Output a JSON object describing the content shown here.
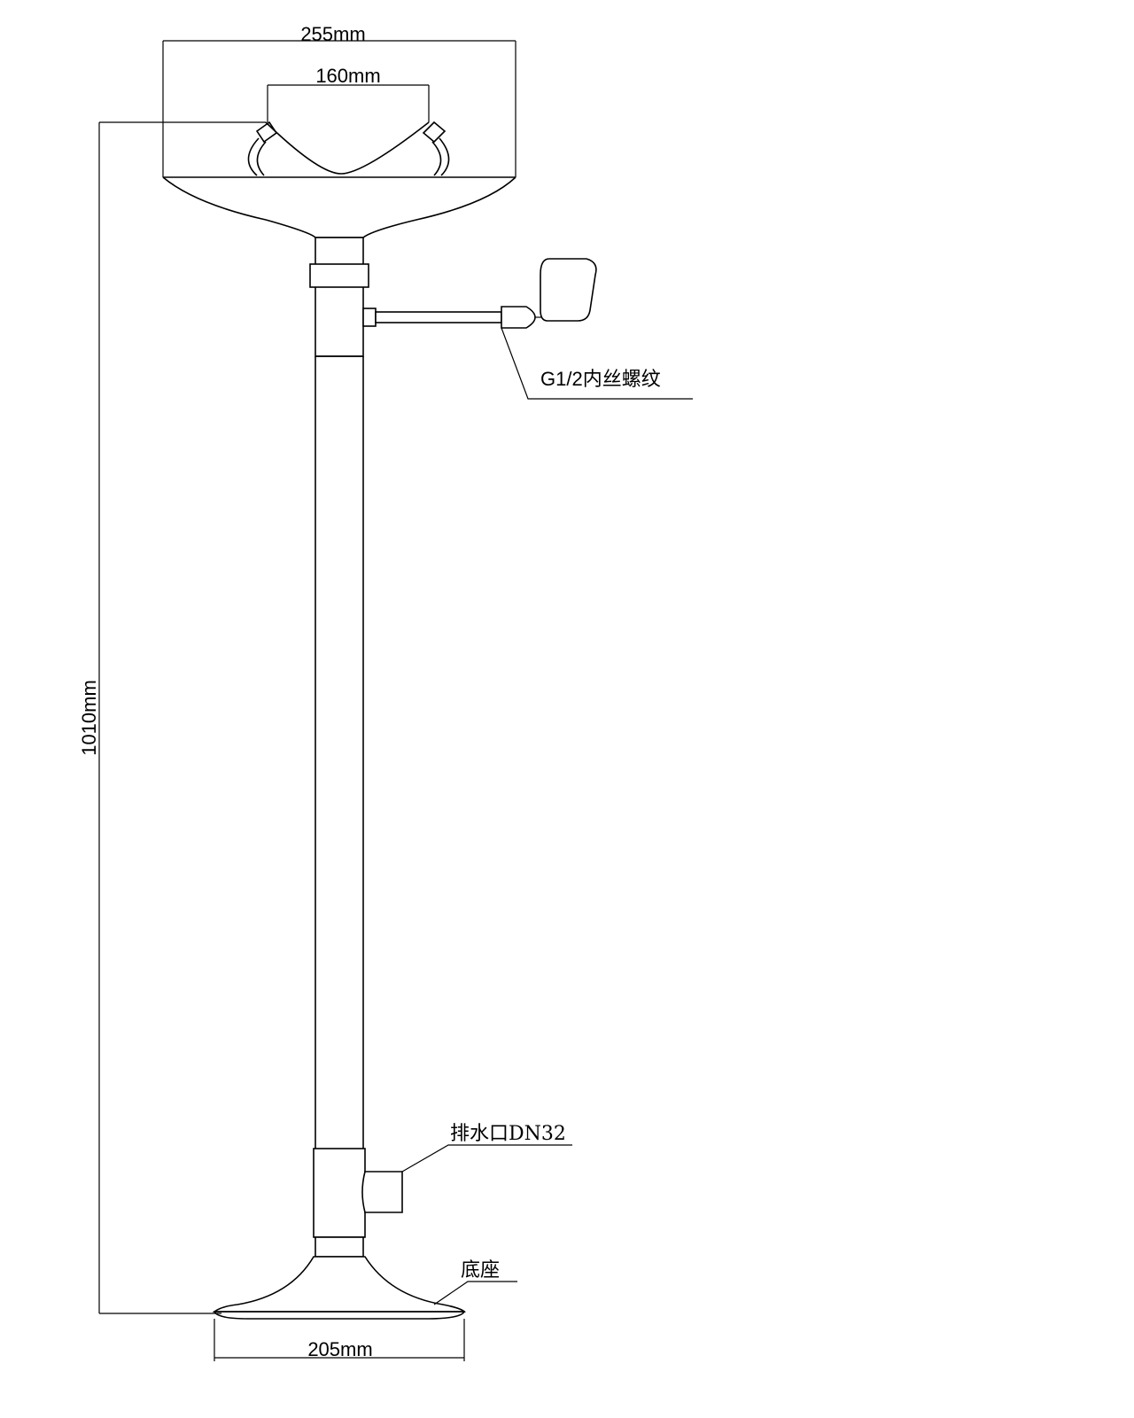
{
  "dimensions": {
    "top_width": "255mm",
    "inner_width": "160mm",
    "height": "1010mm",
    "base_width": "205mm"
  },
  "callouts": {
    "inlet": "G1/2内丝螺纹",
    "drain": "排水口DN32",
    "base": "底座"
  }
}
